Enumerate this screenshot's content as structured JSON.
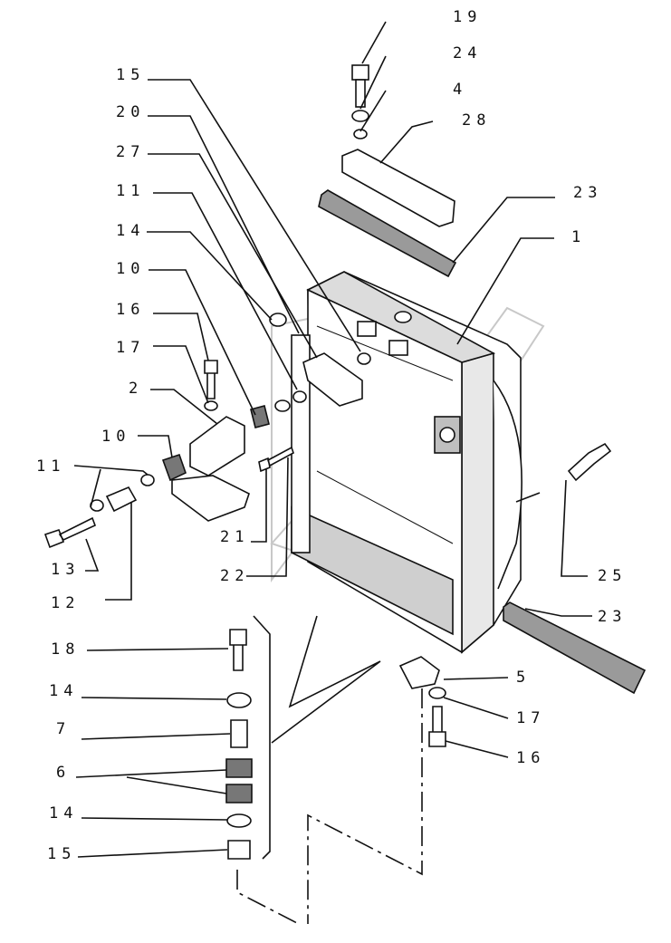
{
  "callouts": [
    {
      "id": "c19",
      "text": "19"
    },
    {
      "id": "c24",
      "text": "24"
    },
    {
      "id": "c4",
      "text": "4"
    },
    {
      "id": "c28",
      "text": "28"
    },
    {
      "id": "c15a",
      "text": "15"
    },
    {
      "id": "c20",
      "text": "20"
    },
    {
      "id": "c27",
      "text": "27"
    },
    {
      "id": "c23a",
      "text": "23"
    },
    {
      "id": "c11a",
      "text": "11"
    },
    {
      "id": "c1",
      "text": "1"
    },
    {
      "id": "c14a",
      "text": "14"
    },
    {
      "id": "c10a",
      "text": "10"
    },
    {
      "id": "c16a",
      "text": "16"
    },
    {
      "id": "c17a",
      "text": "17"
    },
    {
      "id": "c2",
      "text": "2"
    },
    {
      "id": "c10b",
      "text": "10"
    },
    {
      "id": "c11b",
      "text": "11"
    },
    {
      "id": "c21",
      "text": "21"
    },
    {
      "id": "c22",
      "text": "22"
    },
    {
      "id": "c13",
      "text": "13"
    },
    {
      "id": "c12",
      "text": "12"
    },
    {
      "id": "c25",
      "text": "25"
    },
    {
      "id": "c23b",
      "text": "23"
    },
    {
      "id": "c18",
      "text": "18"
    },
    {
      "id": "c5",
      "text": "5"
    },
    {
      "id": "c14b",
      "text": "14"
    },
    {
      "id": "c17b",
      "text": "17"
    },
    {
      "id": "c7",
      "text": "7"
    },
    {
      "id": "c16b",
      "text": "16"
    },
    {
      "id": "c6",
      "text": "6"
    },
    {
      "id": "c14c",
      "text": "14"
    },
    {
      "id": "c15b",
      "text": "15"
    }
  ],
  "colors": {
    "ink": "#111111",
    "shade": "#9a9a9a",
    "watermark": "#c8c8c8"
  }
}
